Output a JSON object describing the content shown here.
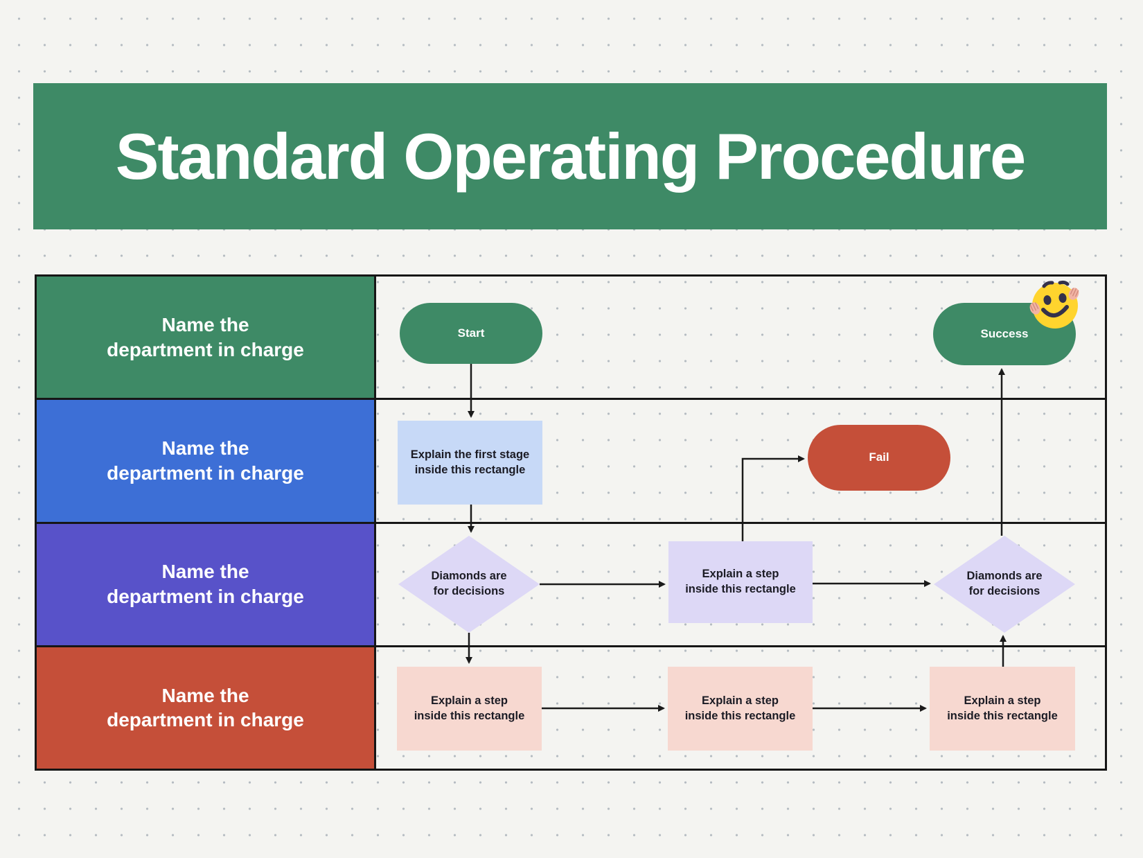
{
  "page": {
    "title": "Standard Operating Procedure"
  },
  "colors": {
    "canvas_bg": "#F4F4F1",
    "dot_grey": "#B5BCC2",
    "banner_green": "#3E8A66",
    "lane_green": "#3E8A66",
    "lane_blue": "#3D6FD6",
    "lane_purple": "#5852C9",
    "lane_red": "#C54F39",
    "pill_green": "#3E8A66",
    "pill_red": "#C54F39",
    "rect_blue": "#C7D9F7",
    "rect_lavender": "#DDD8F6",
    "rect_pink": "#F7D8D0",
    "connector_black": "#1A1A1A",
    "sticker_yellow": "#FFD42E",
    "border_black": "#161616"
  },
  "lanes": [
    {
      "label_top": "Name the",
      "label_bottom": "department in charge",
      "color": "#3E8A66"
    },
    {
      "label_top": "Name the",
      "label_bottom": "department in charge",
      "color": "#3D6FD6"
    },
    {
      "label_top": "Name the",
      "label_bottom": "department in charge",
      "color": "#5852C9"
    },
    {
      "label_top": "Name the",
      "label_bottom": "department in charge",
      "color": "#C54F39"
    }
  ],
  "nodes": {
    "start": {
      "label": "Start"
    },
    "success": {
      "label": "Success"
    },
    "fail": {
      "label": "Fail"
    },
    "first_stage": {
      "line1": "Explain the first stage",
      "line2": "inside this rectangle"
    },
    "decision_left": {
      "line1": "Diamonds are",
      "line2": "for decisions"
    },
    "step_mid": {
      "line1": "Explain a step",
      "line2": "inside this rectangle"
    },
    "decision_right": {
      "line1": "Diamonds are",
      "line2": "for decisions"
    },
    "step_1": {
      "line1": "Explain a step",
      "line2": "inside this rectangle"
    },
    "step_2": {
      "line1": "Explain a step",
      "line2": "inside this rectangle"
    },
    "step_3": {
      "line1": "Explain a step",
      "line2": "inside this rectangle"
    }
  },
  "icons": {
    "smiley": "smiley-face-sticker"
  }
}
